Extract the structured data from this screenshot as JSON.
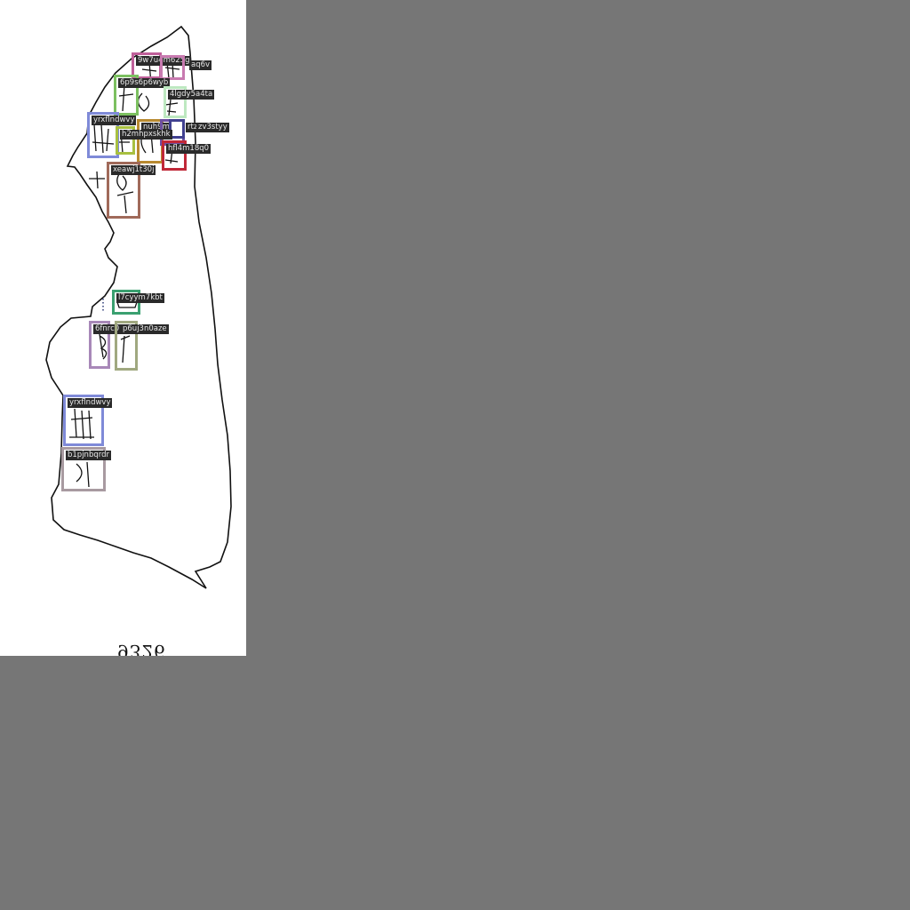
{
  "colors": {
    "background": "#767676",
    "panel": "#ffffff",
    "label_bg": "#2a2a2a",
    "label_text": "#e8e8e8"
  },
  "annotations": [
    {
      "id": "9w7u4m625g",
      "color": "#c0609a"
    },
    {
      "id": "aq6v",
      "color": "#c87ab0"
    },
    {
      "id": "6p9s6p6wyb",
      "color": "#7cc060"
    },
    {
      "id": "4lgdy5a4ta",
      "color": "#bde8c0"
    },
    {
      "id": "yrxflndwvy",
      "color": "#7f8ad8"
    },
    {
      "id": "nuh9m",
      "color": "#b88a30"
    },
    {
      "id": "rtza1",
      "color": "#6e50a0"
    },
    {
      "id": "zv3styy",
      "color": "#404090"
    },
    {
      "id": "h2mhpxskhk",
      "color": "#a8c040"
    },
    {
      "id": "hfl4m18q0",
      "color": "#c02838"
    },
    {
      "id": "xeawj1t30j",
      "color": "#a06a5a"
    },
    {
      "id": "l7cyym7kbt",
      "color": "#3aa070"
    },
    {
      "id": "6fnrc0",
      "color": "#a888b8"
    },
    {
      "id": "p6uj3n0aze",
      "color": "#a0a880"
    },
    {
      "id": "yrxflndwvy",
      "color": "#7f8ad8"
    },
    {
      "id": "b1pjnbqrdr",
      "color": "#a89aa0"
    }
  ],
  "caption": "9326"
}
